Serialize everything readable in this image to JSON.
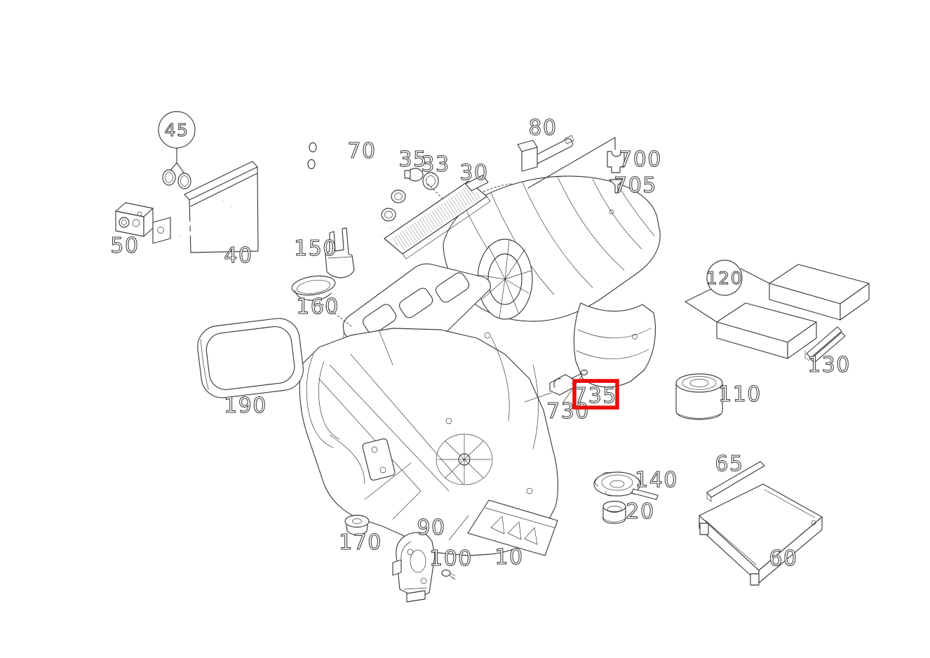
{
  "diagram": {
    "background": "#ffffff",
    "line_color": "#3b3b3b",
    "label_fill": "#ffffff",
    "highlight_color": "#ee0b06"
  },
  "callouts": {
    "c10": "10",
    "c20": "20",
    "c30": "30",
    "c33": "33",
    "c35": "35",
    "c40": "40",
    "c45": "45",
    "c50": "50",
    "c60": "60",
    "c65": "65",
    "c70": "70",
    "c80": "80",
    "c90": "90",
    "c100": "100",
    "c110": "110",
    "c120": "120",
    "c130": "130",
    "c140": "140",
    "c150": "150",
    "c160": "160",
    "c170": "170",
    "c190": "190",
    "c700": "700",
    "c705": "705",
    "c730": "730",
    "c735": "735"
  },
  "highlighted_callout": "c735"
}
